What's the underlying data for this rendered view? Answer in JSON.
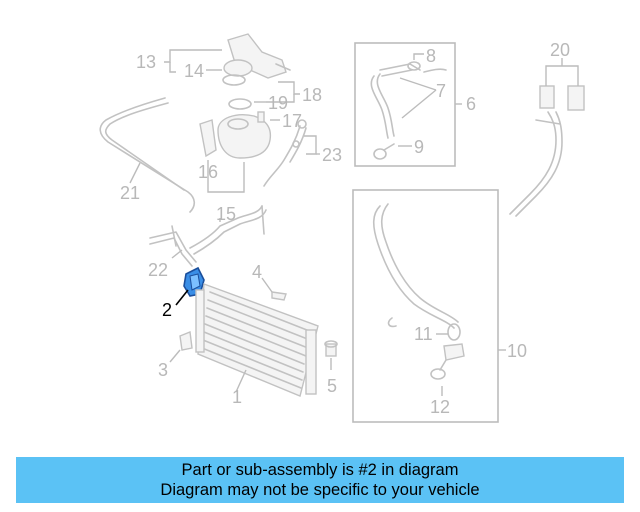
{
  "diagram": {
    "callouts": [
      "1",
      "2",
      "3",
      "4",
      "5",
      "6",
      "7",
      "8",
      "9",
      "10",
      "11",
      "12",
      "13",
      "14",
      "15",
      "16",
      "17",
      "18",
      "19",
      "20",
      "21",
      "22",
      "23"
    ],
    "highlighted_part": "2",
    "highlight_color": "#3a8ee6"
  },
  "banner": {
    "line1": "Part or sub-assembly is #2 in diagram",
    "line2": "Diagram may not be specific to your vehicle",
    "background": "#5bc2f5"
  }
}
